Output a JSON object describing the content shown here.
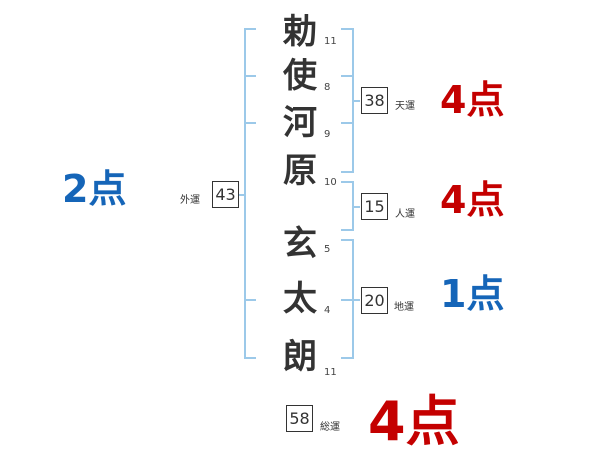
{
  "colors": {
    "good": "#c40000",
    "bad": "#1565b8",
    "bracket": "#9cc9e9"
  },
  "name": [
    {
      "char": "勅",
      "strokes": "11"
    },
    {
      "char": "使",
      "strokes": "8"
    },
    {
      "char": "河",
      "strokes": "9"
    },
    {
      "char": "原",
      "strokes": "10"
    },
    {
      "char": "玄",
      "strokes": "5"
    },
    {
      "char": "太",
      "strokes": "4"
    },
    {
      "char": "朗",
      "strokes": "11"
    }
  ],
  "fortunes": {
    "tenkaku": {
      "label": "天運",
      "value": "38",
      "score": "4点"
    },
    "jinkaku": {
      "label": "人運",
      "value": "15",
      "score": "4点"
    },
    "chikaku": {
      "label": "地運",
      "value": "20",
      "score": "1点"
    },
    "gaikaku": {
      "label": "外運",
      "value": "43",
      "score": "2点"
    },
    "soukaku": {
      "label": "総運",
      "value": "58",
      "score": "4点"
    }
  }
}
